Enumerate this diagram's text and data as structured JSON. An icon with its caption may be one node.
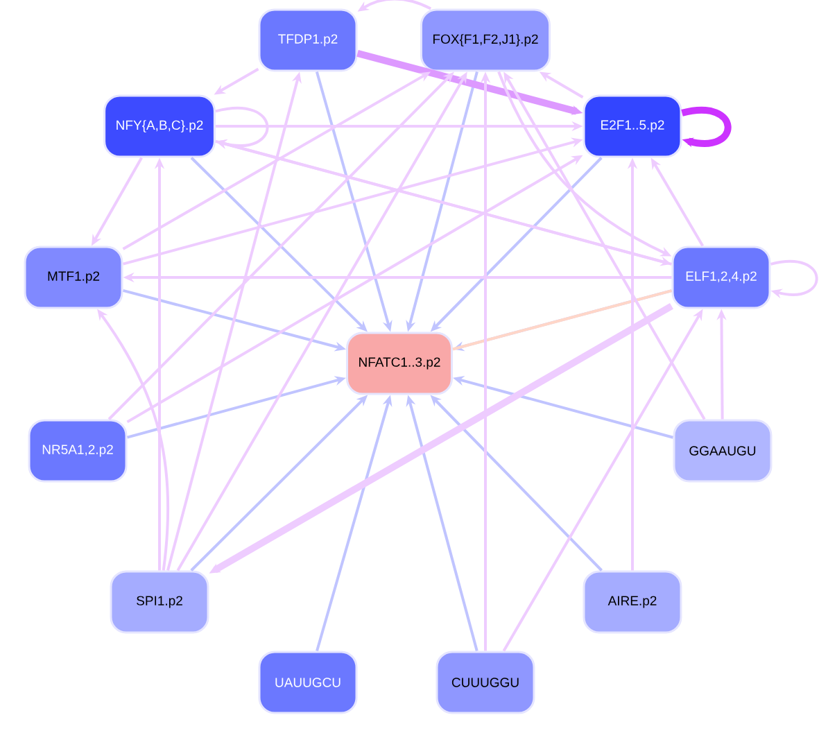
{
  "diagram": {
    "nodes": [
      {
        "text": [
          "TFDP1.p2"
        ]
      },
      {
        "text": [
          "FOX{F1,F2,J1}.p2"
        ]
      },
      {
        "text": [
          "NFY{A,B,C}.p2"
        ]
      },
      {
        "text": [
          "E2F1..5.p2"
        ]
      },
      {
        "text": [
          "MTF1.p2"
        ]
      },
      {
        "text": [
          "ELF1,2,4.p2"
        ]
      },
      {
        "text": [
          "NFATC1..3.p2"
        ]
      },
      {
        "text": [
          "NR5A1,2.p2"
        ]
      },
      {
        "text": [
          "GGAAUGU"
        ]
      },
      {
        "text": [
          "SPI1.p2"
        ]
      },
      {
        "text": [
          "AIRE.p2"
        ]
      },
      {
        "text": [
          "UAUUGCU"
        ]
      },
      {
        "text": [
          "CUUUGGU"
        ]
      }
    ],
    "edges": [
      {
        "from": 0,
        "to": 6,
        "arrow": "to",
        "color": "#c0c4ff"
      },
      {
        "from": 1,
        "to": 6,
        "arrow": "to",
        "color": "#c0c4ff"
      },
      {
        "from": 2,
        "to": 6,
        "arrow": "to",
        "color": "#c0c4ff"
      },
      {
        "from": 3,
        "to": 6,
        "arrow": "to",
        "color": "#c0c4ff"
      },
      {
        "from": 4,
        "to": 6,
        "arrow": "to",
        "color": "#c0c4ff"
      },
      {
        "from": 5,
        "to": 6,
        "arrow": "to",
        "color": "#c0c4ff"
      },
      {
        "from": 7,
        "to": 6,
        "arrow": "to",
        "color": "#c0c4ff"
      },
      {
        "from": 8,
        "to": 6,
        "arrow": "to",
        "color": "#c0c4ff"
      },
      {
        "from": 9,
        "to": 6,
        "arrow": "to",
        "color": "#c0c4ff"
      },
      {
        "from": 10,
        "to": 6,
        "arrow": "to",
        "color": "#c0c4ff"
      },
      {
        "from": 11,
        "to": 6,
        "arrow": "to",
        "color": "#c0c4ff"
      },
      {
        "from": 12,
        "to": 6,
        "arrow": "to",
        "color": "#c0c4ff"
      },
      {
        "from": 6,
        "to": 5,
        "arrow": "none",
        "color": "#ffd6c8"
      },
      {
        "from": 1,
        "to": 0,
        "arrow": "to"
      },
      {
        "from": 0,
        "to": 2,
        "arrow": "to"
      },
      {
        "from": 2,
        "to": 2,
        "arrow": "to"
      },
      {
        "from": 2,
        "to": 4,
        "arrow": "to"
      },
      {
        "from": 2,
        "to": 3,
        "arrow": "to"
      },
      {
        "from": 0,
        "to": 3,
        "arrow": "to",
        "style": "thick",
        "color": "#dd99ff"
      },
      {
        "from": 3,
        "to": 3,
        "arrow": "to",
        "style": "thick",
        "color": "#cc33ff"
      },
      {
        "from": 3,
        "to": 1,
        "arrow": "to"
      },
      {
        "from": 5,
        "to": 3,
        "arrow": "to"
      },
      {
        "from": 5,
        "to": 5,
        "arrow": "to"
      },
      {
        "from": 5,
        "to": 4,
        "arrow": "to"
      },
      {
        "from": 4,
        "to": 3,
        "arrow": "to"
      },
      {
        "from": 4,
        "to": 1,
        "arrow": "to"
      },
      {
        "from": 9,
        "to": 2,
        "arrow": "to"
      },
      {
        "from": 9,
        "to": 4,
        "arrow": "to"
      },
      {
        "from": 9,
        "to": 0,
        "arrow": "to"
      },
      {
        "from": 9,
        "to": 1,
        "arrow": "to"
      },
      {
        "from": 5,
        "to": 9,
        "arrow": "to",
        "style": "thick"
      },
      {
        "from": 7,
        "to": 3,
        "arrow": "to"
      },
      {
        "from": 7,
        "to": 1,
        "arrow": "to"
      },
      {
        "from": 8,
        "to": 5,
        "arrow": "to"
      },
      {
        "from": 8,
        "to": 1,
        "arrow": "to"
      },
      {
        "from": 10,
        "to": 3,
        "arrow": "to"
      },
      {
        "from": 12,
        "to": 1,
        "arrow": "to"
      },
      {
        "from": 12,
        "to": 5,
        "arrow": "to"
      },
      {
        "from": 2,
        "to": 5,
        "arrow": "to"
      },
      {
        "from": 1,
        "to": 5,
        "arrow": "to"
      },
      {
        "from": 5,
        "to": 2,
        "arrow": "to"
      }
    ]
  }
}
